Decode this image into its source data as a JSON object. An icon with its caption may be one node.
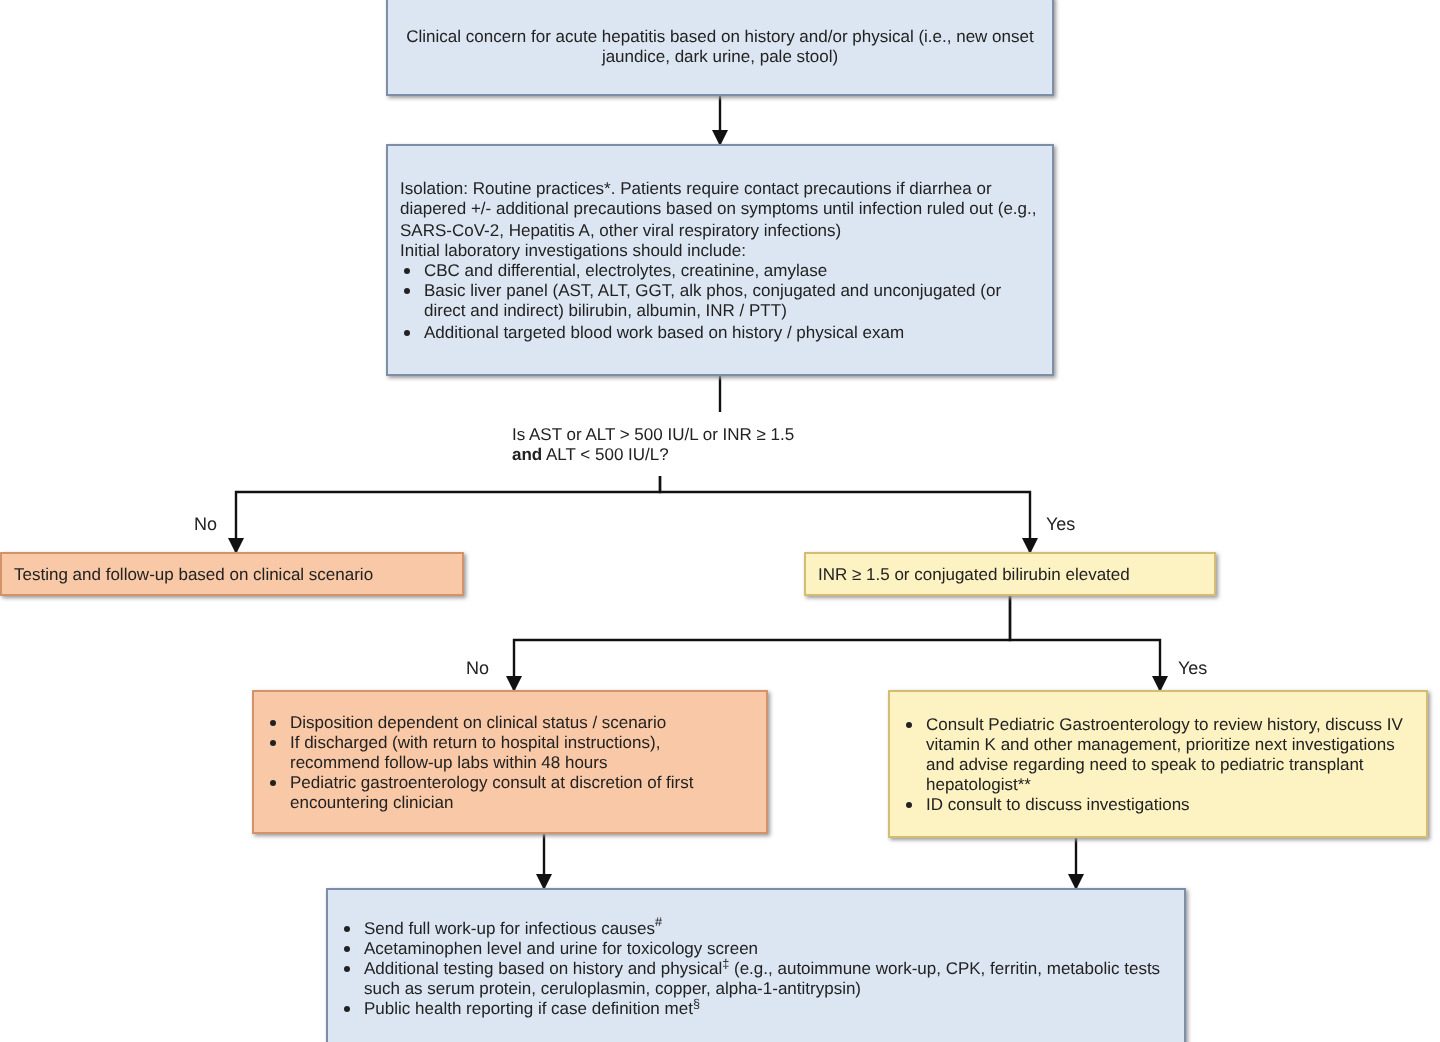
{
  "diagram": {
    "nodes": [
      {
        "text": [
          "Clinical concern for acute hepatitis based on history and/or physical (i.e., new onset jaundice, dark urine, pale stool)"
        ]
      },
      {
        "text": [
          "Isolation: Routine practices*. Patients require contact precautions if diarrhea or diapered +/- additional precautions based on symptoms until infection ruled out (e.g., SARS-CoV-2, Hepatitis A, other viral respiratory infections)",
          "Initial laboratory investigations should include:",
          "CBC and differential, electrolytes, creatinine, amylase",
          "Basic liver panel (AST, ALT, GGT, alk phos, conjugated and unconjugated (or direct and indirect) bilirubin, albumin, INR / PTT)",
          "Additional targeted blood work based on history / physical exam"
        ]
      },
      {
        "text": [
          "Is AST or ALT > 500 IU/L or INR ≥ 1.5 **and** ALT < 500 IU/L?"
        ]
      },
      {
        "text": [
          "Testing and follow-up based on clinical scenario"
        ]
      },
      {
        "text": [
          "INR ≥ 1.5 or conjugated bilirubin elevated"
        ]
      },
      {
        "text": [
          "Disposition dependent on clinical status / scenario",
          "If discharged (with return to hospital instructions), recommend follow-up labs within 48 hours",
          "Pediatric gastroenterology consult at discretion of first encountering clinician"
        ]
      },
      {
        "text": [
          "Consult Pediatric Gastroenterology to review history, discuss IV vitamin K and other management, prioritize next investigations and advise regarding need to speak to pediatric transplant hepatologist**",
          "ID consult to discuss investigations"
        ]
      },
      {
        "text": [
          "Send full work-up for infectious causes$^{#}$",
          "Acetaminophen level and urine for toxicology screen",
          "Additional testing based on history and physical$^{‡}$ (e.g., autoimmune work-up, CPK, ferritin, metabolic tests such as serum protein, ceruloplasmin, copper, alpha-1-antitrypsin)",
          "Public health reporting if case definition met$^{§}$"
        ]
      }
    ],
    "edges": [
      {
        "from": 0,
        "to": 1,
        "arrow": "to"
      },
      {
        "from": 1,
        "to": 2,
        "arrow": "none"
      },
      {
        "from": 2,
        "to": 3,
        "arrow": "to",
        "label": "No"
      },
      {
        "from": 2,
        "to": 4,
        "arrow": "to",
        "label": "Yes"
      },
      {
        "from": 4,
        "to": 5,
        "arrow": "to",
        "label": "No"
      },
      {
        "from": 4,
        "to": 6,
        "arrow": "to",
        "label": "Yes"
      },
      {
        "from": 5,
        "to": 7,
        "arrow": "to"
      },
      {
        "from": 6,
        "to": 7,
        "arrow": "to"
      }
    ]
  }
}
